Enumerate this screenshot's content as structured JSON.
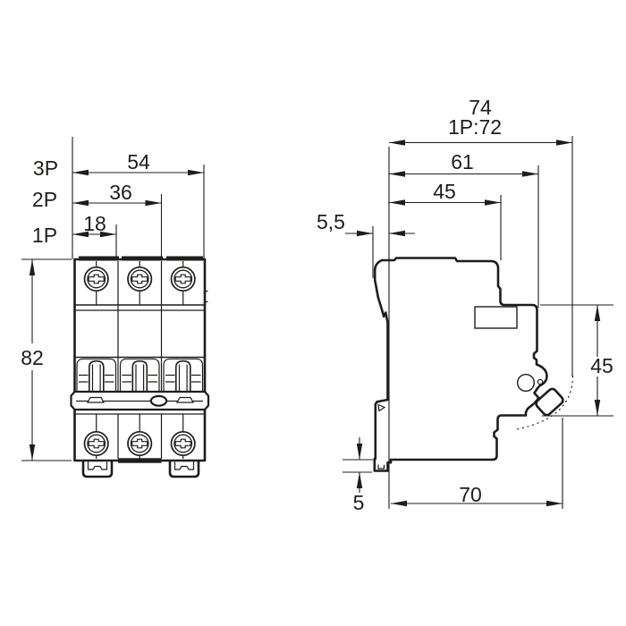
{
  "front_view": {
    "pole_label_3p": "3P",
    "pole_label_2p": "2P",
    "pole_label_1p": "1P",
    "dim_width_3p": "54",
    "dim_width_2p": "36",
    "dim_width_1p": "18",
    "dim_height": "82"
  },
  "side_view": {
    "dim_depth_overall": "74",
    "dim_depth_overall_1p": "1P:72",
    "dim_depth_to_handle_face": "61",
    "dim_depth_to_recess": "45",
    "dim_din_rail_offset": "5,5",
    "dim_front_face_height": "45",
    "dim_base_depth": "70",
    "dim_clip_extension": "5"
  },
  "colors": {
    "line": "#1d1d1b",
    "background": "#ffffff"
  }
}
